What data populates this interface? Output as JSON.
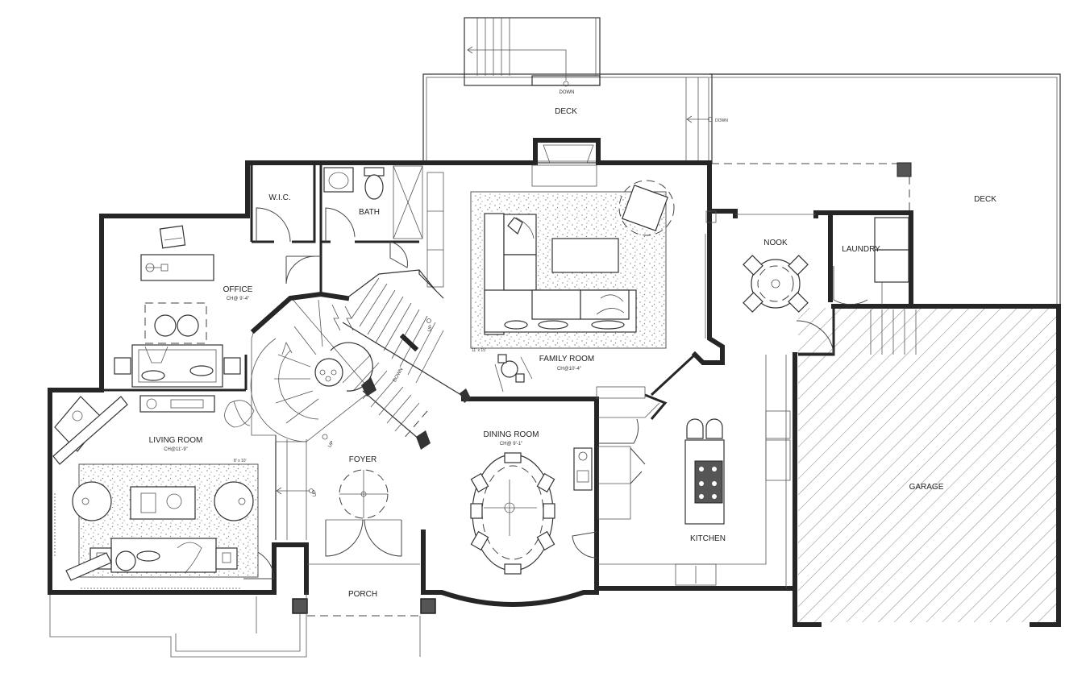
{
  "rooms": {
    "deck_top": "DECK",
    "deck_right": "DECK",
    "bath": "BATH",
    "wic": "W.I.C.",
    "office": "OFFICE",
    "office_ch": "CH@ 9'-4\"",
    "family_room": "FAMILY ROOM",
    "family_ch": "CH@10'-4\"",
    "nook": "NOOK",
    "laundry": "LAUNDRY",
    "living_room": "LIVING ROOM",
    "living_ch": "CH@11'-9\"",
    "foyer": "FOYER",
    "dining_room": "DINING ROOM",
    "dining_ch": "CH@ 9'-1\"",
    "kitchen": "KITCHEN",
    "garage": "GARAGE",
    "porch": "PORCH"
  },
  "notes": {
    "down_top": "DOWN",
    "down_deck": "DOWN",
    "stair_down": "DOWN",
    "stair_up": "UP",
    "up_small": "UP",
    "up_foyer": "UP",
    "rug_family": "11' x 15'",
    "rug_living": "8' x 10'"
  },
  "colors": {
    "wall": "#262626",
    "background": "#ffffff"
  }
}
